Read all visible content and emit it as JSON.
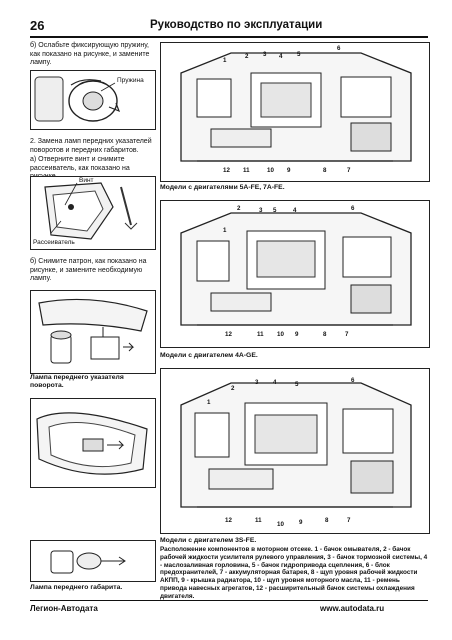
{
  "header": {
    "page_number": "26",
    "title": "Руководство по эксплуатации"
  },
  "left": {
    "step_b_text": "б) Ослабьте фиксирующую пружину, как показано на рисунке, и замените лампу.",
    "label_spring": "Пружина",
    "step_2_text": "2. Замена ламп передних указателей поворотов и передних габаритов.",
    "step_2a_text": "а) Отверните винт и снимите рассеиватель, как показано на рисунке.",
    "label_screw": "Винт",
    "label_diffuser": "Рассеиватель",
    "step_2b_text": "б) Снимите патрон, как показано на рисунке, и замените необходимую лампу.",
    "caption_turn_lamp": "Лампа переднего указателя поворота.",
    "caption_side_lamp": "Лампа переднего габарита."
  },
  "right": {
    "caption_engine_1": "Модели с двигателями 5A-FE, 7A-FE.",
    "caption_engine_2": "Модели с двигателем 4A-GE.",
    "caption_engine_3": "Модели с двигателем 3S-FE.",
    "legend_text": "Расположение компонентов в моторном отсеке. 1 - бачок омывателя, 2 - бачок рабочей жидкости усилителя рулевого управления, 3 - бачок тормозной системы, 4 - маслозаливная горловина, 5 - бачок гидропривода сцепления, 6 - блок предохранителей, 7 - аккумуляторная батарея, 8 - щуп уровня рабочей жидкости АКПП, 9 - крышка радиатора, 10 - щуп уровня моторного масла, 11 - ремень привода навесных агрегатов, 12 - расширительный бачок системы охлаждения двигателя."
  },
  "figure_numbers": {
    "d1": [
      "1",
      "2",
      "3",
      "4",
      "5",
      "6",
      "12",
      "11",
      "10",
      "9",
      "8",
      "7"
    ],
    "d2": [
      "2",
      "3",
      "5",
      "4",
      "6",
      "1",
      "12",
      "11",
      "10",
      "9",
      "8",
      "7"
    ],
    "d3": [
      "1",
      "2",
      "3",
      "4",
      "5",
      "6",
      "12",
      "11",
      "10",
      "9",
      "8",
      "7"
    ]
  },
  "footer": {
    "left": "Легион-Автодата",
    "right": "www.autodata.ru"
  }
}
